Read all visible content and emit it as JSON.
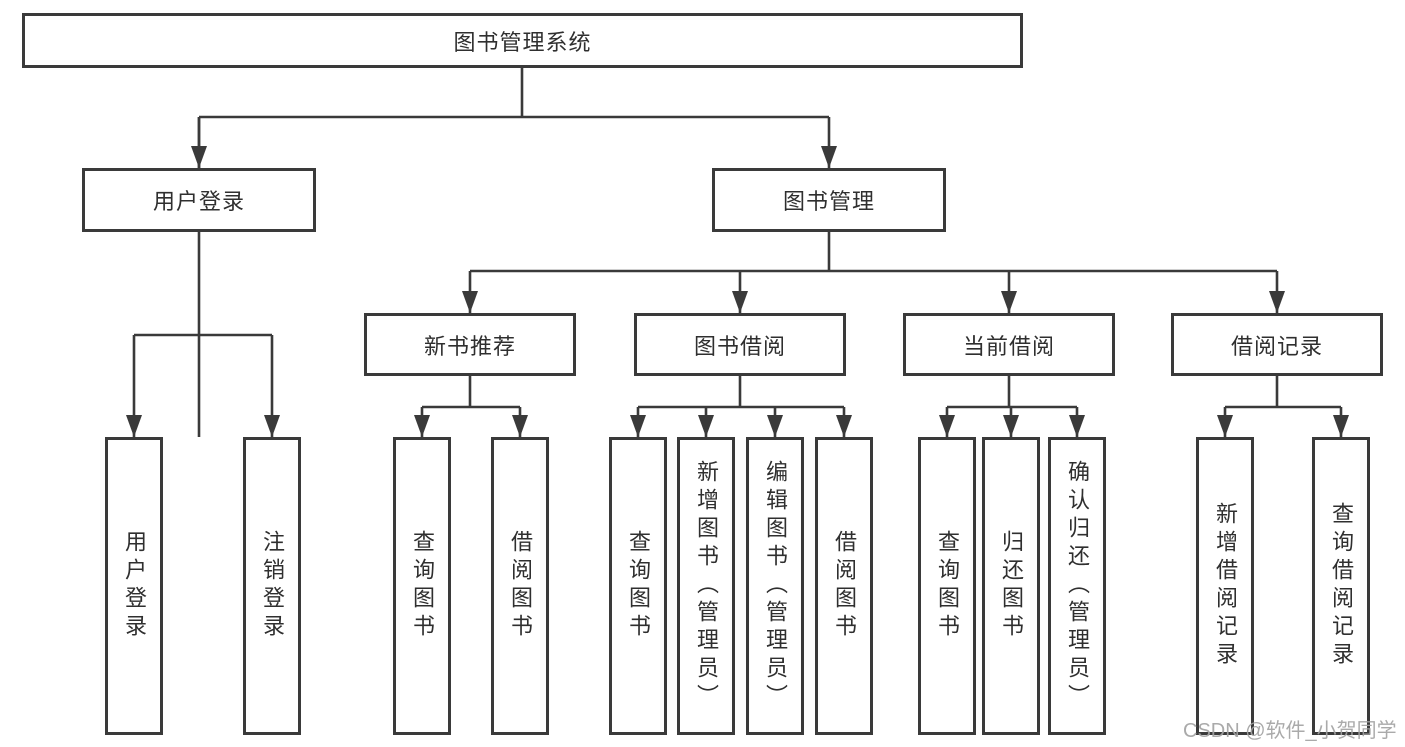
{
  "diagram": {
    "type": "hierarchy-tree",
    "title": "图书管理系统",
    "colors": {
      "line": "#3a3a3a",
      "box_border": "#3a3a3a",
      "text": "#2f2f2f",
      "background": "#ffffff",
      "watermark": "#a3a3a3"
    }
  },
  "tree": {
    "label": "图书管理系统",
    "children": [
      {
        "label": "用户登录",
        "children": [
          {
            "label": "用户登录"
          },
          {
            "label": "注销登录"
          }
        ]
      },
      {
        "label": "图书管理",
        "children": [
          {
            "label": "新书推荐",
            "children": [
              {
                "label": "查询图书"
              },
              {
                "label": "借阅图书"
              }
            ]
          },
          {
            "label": "图书借阅",
            "children": [
              {
                "label": "查询图书"
              },
              {
                "label": "新增图书（管理员）"
              },
              {
                "label": "编辑图书（管理员）"
              },
              {
                "label": "借阅图书"
              }
            ]
          },
          {
            "label": "当前借阅",
            "children": [
              {
                "label": "查询图书"
              },
              {
                "label": "归还图书"
              },
              {
                "label": "确认归还（管理员）"
              }
            ]
          },
          {
            "label": "借阅记录",
            "children": [
              {
                "label": "新增借阅记录"
              },
              {
                "label": "查询借阅记录"
              }
            ]
          }
        ]
      }
    ]
  },
  "watermark": {
    "text": "CSDN @软件_小贺同学"
  }
}
